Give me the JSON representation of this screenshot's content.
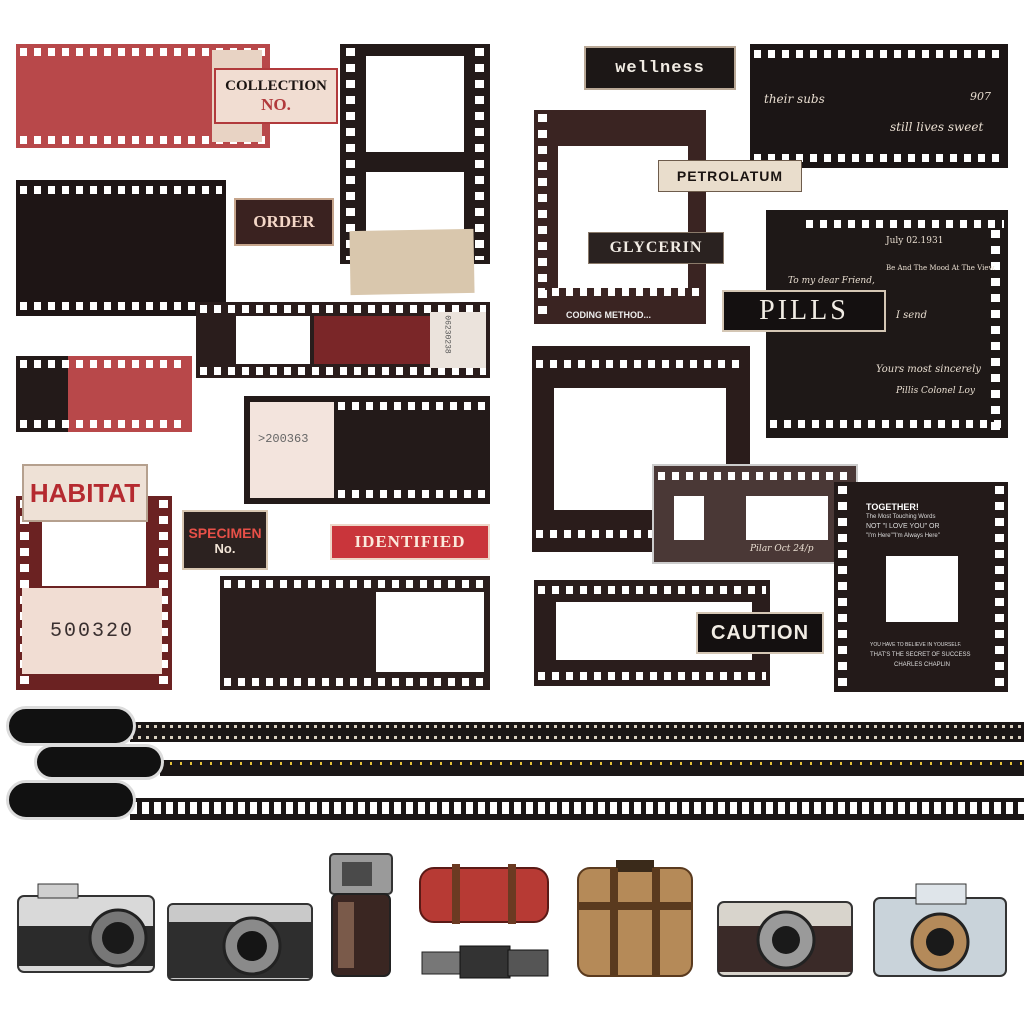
{
  "labels": {
    "collection": "COLLECTION",
    "collection_no": "NO.",
    "order": "ORDER",
    "habitat": "HABITAT",
    "specimen": "SPECIMEN",
    "specimen_no": "No.",
    "identified": "IDENTIFIED",
    "number_500320": "500320",
    "number_200363": ">200363",
    "number_strip": "06230238",
    "wellness": "wellness",
    "petrolatum": "PETROLATUM",
    "glycerin": "GLYCERIN",
    "coding_method": "CODING METHOD...",
    "pills": "PILLS",
    "caution": "CAUTION",
    "together": "TOGETHER!",
    "together_sub": "The Most Touching Words",
    "not_i_love_you": "NOT \"I LOVE YOU\" OR",
    "im_here": "\"I'm Here\"\"I'm Always Here\"",
    "secret_1": "YOU HAVE TO BELIEVE IN YOURSELF.",
    "secret_2": "THAT'S THE SECRET OF SUCCESS",
    "chaplin": "CHARLES CHAPLIN"
  },
  "handwriting": {
    "their_subs": "their subs",
    "still_lives": "still lives sweet",
    "num_907": "907",
    "letter_date": "July 02.1931",
    "letter_line": "Be And The Mood At The View.",
    "letter_1": "To my dear Friend,",
    "letter_2": "I send",
    "letter_3": "Yours most sincerely",
    "letter_4": "Pillis Colonel Loy",
    "slide_note": "Pilar Oct 24/p"
  },
  "colors": {
    "film_dark": "#231a19",
    "film_red": "#b8484a",
    "label_red": "#c9353b",
    "paper": "#e9ddcc"
  },
  "icons": [
    "camera-icon",
    "box-camera-icon",
    "camera-case-icon",
    "lens-icon",
    "suitcase-icon"
  ]
}
